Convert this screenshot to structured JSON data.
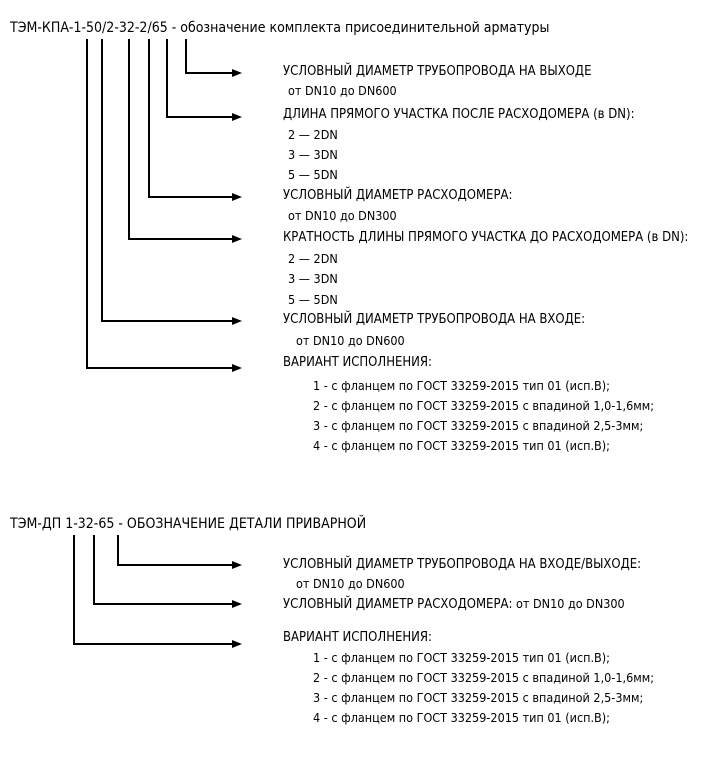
{
  "section1": {
    "code": "ТЭМ-КПА-1-50/2-32-2/65",
    "caption": " - обозначение комплекта присоединительной арматуры",
    "outlet_dn_title": "УСЛОВНЫЙ ДИАМЕТР ТРУБОПРОВОДА НА ВЫХОДЕ",
    "outlet_dn_range": "от DN10 до DN600",
    "after_length_title": "ДЛИНА ПРЯМОГО УЧАСТКА ПОСЛЕ РАСХОДОМЕРА (в DN):",
    "after_options": [
      "2 — 2DN",
      "3 — 3DN",
      "5 — 5DN"
    ],
    "meter_dn_title": "УСЛОВНЫЙ ДИАМЕТР РАСХОДОМЕРА:",
    "meter_dn_range": "от DN10 до DN300",
    "before_length_title": "КРАТНОСТЬ ДЛИНЫ ПРЯМОГО УЧАСТКА ДО РАСХОДОМЕРА (в DN):",
    "before_options": [
      "2 — 2DN",
      "3 — 3DN",
      "5 — 5DN"
    ],
    "inlet_dn_title": "УСЛОВНЫЙ ДИАМЕТР ТРУБОПРОВОДА НА ВХОДЕ:",
    "inlet_dn_range": "от DN10 до DN600",
    "variant_title": "ВАРИАНТ ИСПОЛНЕНИЯ:",
    "variants": [
      "1 - с фланцем по ГОСТ 33259-2015 тип 01 (исп.В);",
      "2 - с фланцем по ГОСТ 33259-2015 с впадиной 1,0-1,6мм;",
      "3 - с фланцем по ГОСТ 33259-2015 с впадиной 2,5-3мм;",
      "4 - с фланцем по ГОСТ 33259-2015 тип 01 (исп.В);"
    ]
  },
  "section2": {
    "code": "ТЭМ-ДП 1-32-65",
    "caption": " - ОБОЗНАЧЕНИЕ ДЕТАЛИ ПРИВАРНОЙ",
    "pipe_dn_title": "УСЛОВНЫЙ ДИАМЕТР ТРУБОПРОВОДА НА ВХОДЕ/ВЫХОДЕ:",
    "pipe_dn_range": "от DN10 до DN600",
    "meter_dn_title": "УСЛОВНЫЙ ДИАМЕТР РАСХОДОМЕРА:",
    "meter_dn_range": " от DN10 до DN300",
    "variant_title": "ВАРИАНТ ИСПОЛНЕНИЯ:",
    "variants": [
      "1 - с фланцем по ГОСТ 33259-2015 тип 01 (исп.В);",
      "2 - с фланцем по ГОСТ 33259-2015 с впадиной 1,0-1,6мм;",
      "3 - с фланцем по ГОСТ 33259-2015 с впадиной 2,5-3мм;",
      "4 - с фланцем по ГОСТ 33259-2015 тип 01 (исп.В);"
    ]
  }
}
